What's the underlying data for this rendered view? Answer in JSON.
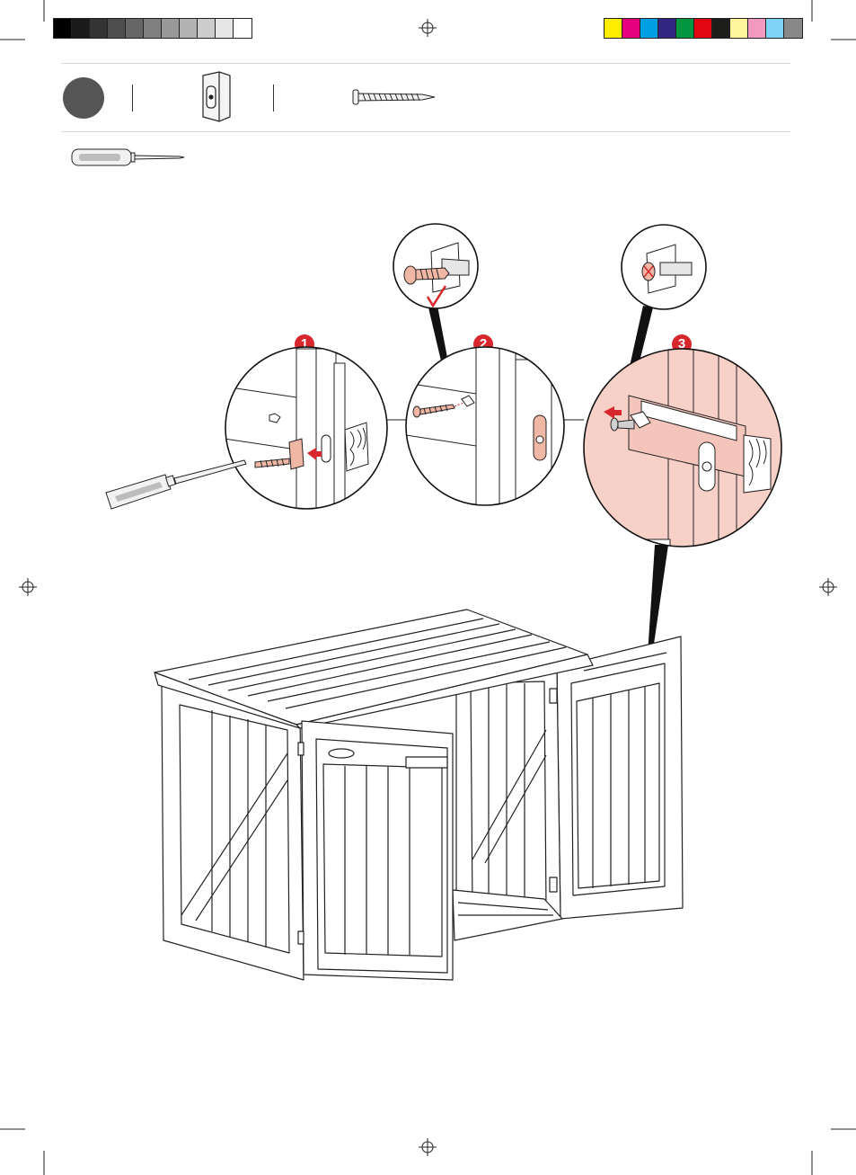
{
  "color_bars": {
    "grayscale": [
      "#000000",
      "#1a1a1a",
      "#333333",
      "#4d4d4d",
      "#666666",
      "#808080",
      "#999999",
      "#b3b3b3",
      "#cccccc",
      "#e6e6e6",
      "#ffffff"
    ],
    "process": [
      "#ffed00",
      "#e6007e",
      "#009fe3",
      "#312783",
      "#009640",
      "#e30613",
      "#1d1d1b",
      "#fff59b",
      "#f49ac1",
      "#7fd3f7",
      "#888888"
    ]
  },
  "detail_steps": [
    {
      "number": "1"
    },
    {
      "number": "2"
    },
    {
      "number": "3"
    }
  ],
  "colors": {
    "accent": "#d8262d",
    "highlight": "#f7d0c8",
    "step_dot": "#555555",
    "line": "#1a1a1a"
  },
  "icons": {
    "step_marker": "filled-circle",
    "connector_part": "connector-clip-icon",
    "screw_part": "screw-icon",
    "tool": "screwdriver-icon",
    "correct": "check-mark-icon",
    "wrong": "x-mark-icon"
  }
}
